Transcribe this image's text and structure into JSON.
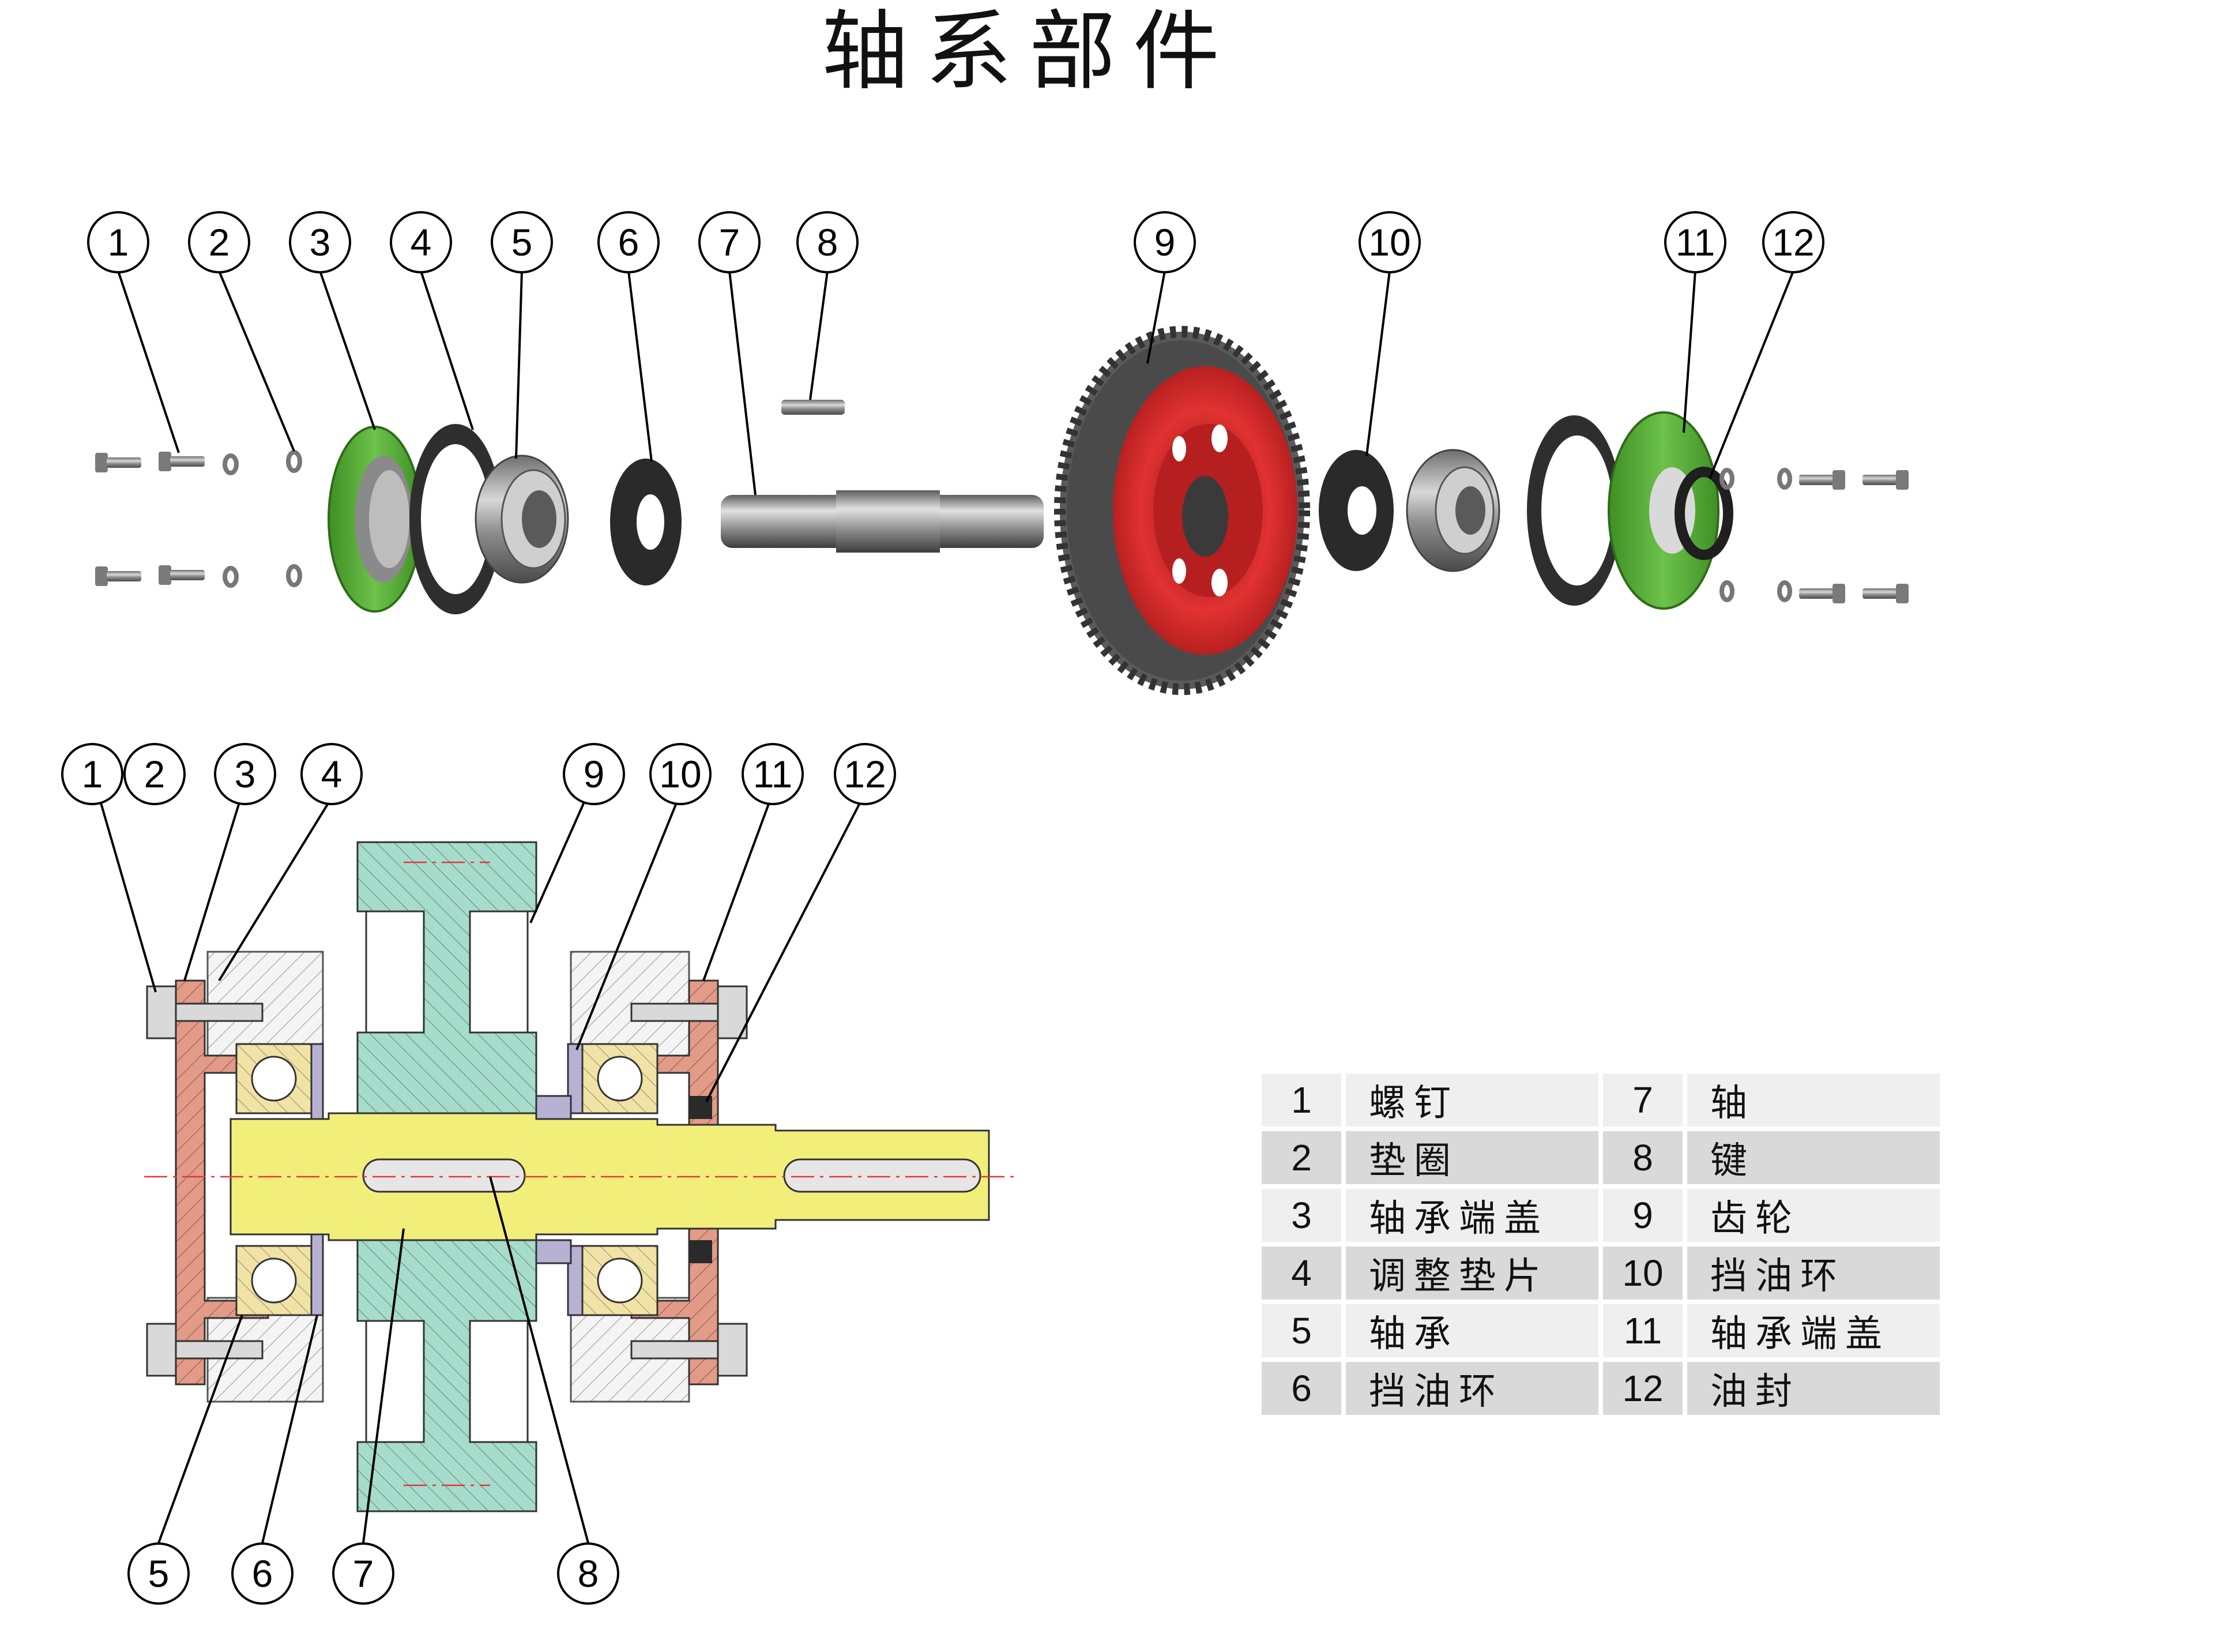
{
  "title": "轴系部件",
  "exploded_view": {
    "callouts": [
      "1",
      "2",
      "3",
      "4",
      "5",
      "6",
      "7",
      "8",
      "9",
      "10",
      "11",
      "12"
    ]
  },
  "section_view": {
    "callouts_top": [
      "1",
      "2",
      "3",
      "4",
      "9",
      "10",
      "11",
      "12"
    ],
    "callouts_bottom": [
      "5",
      "6",
      "7",
      "8"
    ]
  },
  "parts_list": [
    {
      "no": "1",
      "name": "螺钉",
      "no2": "7",
      "name2": "轴"
    },
    {
      "no": "2",
      "name": "垫圈",
      "no2": "8",
      "name2": "键"
    },
    {
      "no": "3",
      "name": "轴承端盖",
      "no2": "9",
      "name2": "齿轮"
    },
    {
      "no": "4",
      "name": "调整垫片",
      "no2": "10",
      "name2": "挡油环"
    },
    {
      "no": "5",
      "name": "轴承",
      "no2": "11",
      "name2": "轴承端盖"
    },
    {
      "no": "6",
      "name": "挡油环",
      "no2": "12",
      "name2": "油封"
    }
  ],
  "colors": {
    "cover_green": "#5bb239",
    "gear_red": "#d42a2a",
    "gear_gray": "#5a5a5a",
    "shaft_yellow": "#f2ee7a",
    "cover_section": "#e39a86",
    "gear_section": "#a6dccb",
    "bearing_section": "#f1e2a6",
    "shim_section": "#b7b2d4",
    "housing_section": "#e6e6e6"
  }
}
